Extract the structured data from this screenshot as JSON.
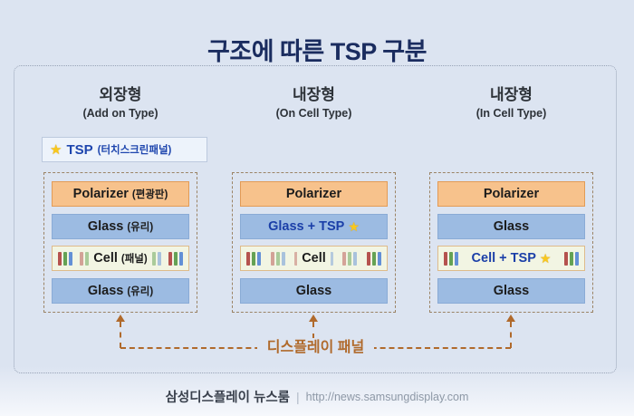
{
  "title": "구조에 따른 TSP 구분",
  "icons": {
    "star": "★"
  },
  "legend": {
    "label": "TSP",
    "sublabel": "(터치스크린패널)"
  },
  "columns": [
    {
      "name": "외장형",
      "type": "(Add on Type)",
      "layers": [
        {
          "label": "Polarizer",
          "sublabel": "(편광판)"
        },
        {
          "label": "Glass",
          "sublabel": "(유리)"
        },
        {
          "label": "Cell",
          "sublabel": "(패널)"
        },
        {
          "label": "Glass",
          "sublabel": "(유리)"
        }
      ]
    },
    {
      "name": "내장형",
      "type": "(On Cell Type)",
      "layers": [
        {
          "label": "Polarizer"
        },
        {
          "label": "Glass + TSP",
          "star": true
        },
        {
          "label": "Cell"
        },
        {
          "label": "Glass"
        }
      ]
    },
    {
      "name": "내장형",
      "type": "(In Cell Type)",
      "layers": [
        {
          "label": "Polarizer"
        },
        {
          "label": "Glass"
        },
        {
          "label": "Cell + TSP",
          "star": true
        },
        {
          "label": "Glass"
        }
      ]
    }
  ],
  "panel_label": "디스플레이 패널",
  "footer": {
    "brand": "삼성디스플레이 뉴스룸",
    "separator": "|",
    "url": "http://news.samsungdisplay.com"
  },
  "colors": {
    "background": "#dce4f1",
    "title_text": "#1a2c5f",
    "polarizer_bg": "#f7c28c",
    "polarizer_border": "#e29b56",
    "glass_bg": "#9cbbe2",
    "cell_bg": "#f2f5e3",
    "cell_border": "#debb8a",
    "tsp_text": "#1b3fa8",
    "star": "#f8c81e",
    "panel_accent": "#b06a2c",
    "frame_border": "#98a3b6",
    "cell_bar_colors": [
      "#b5524e",
      "#64a254",
      "#6390d6"
    ]
  }
}
